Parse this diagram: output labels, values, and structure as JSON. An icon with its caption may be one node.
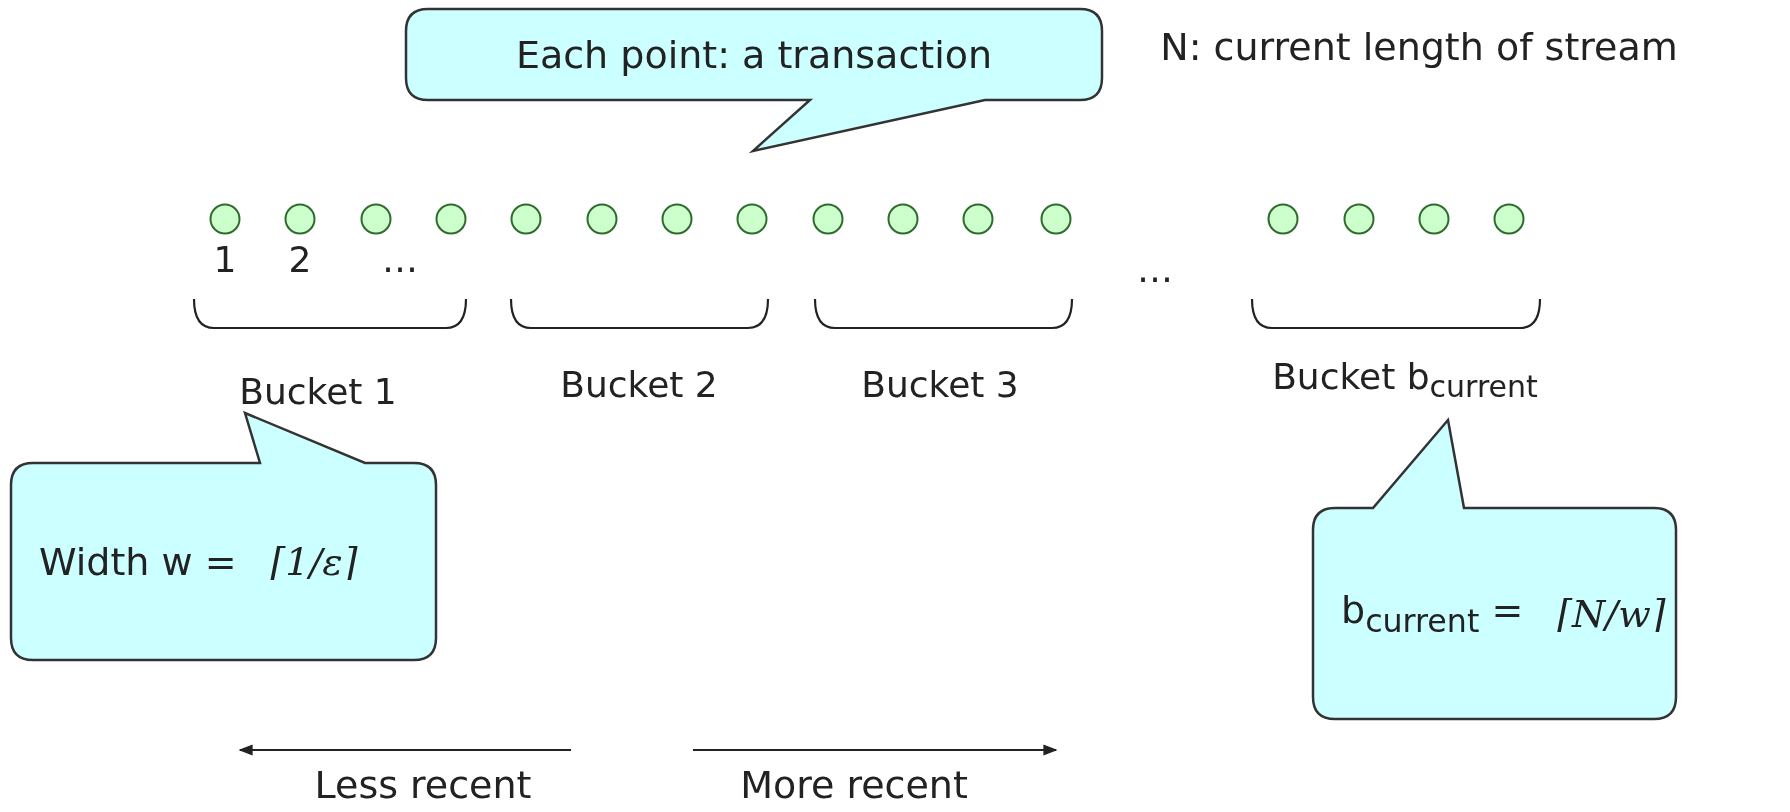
{
  "diagram": {
    "nodes": [
      {
        "text": [
          "Each point: a transaction"
        ]
      },
      {
        "text": [],
        "shape": "circle"
      },
      {
        "text": [],
        "shape": "circle"
      },
      {
        "text": [],
        "shape": "circle"
      },
      {
        "text": [],
        "shape": "circle"
      },
      {
        "text": [],
        "shape": "circle"
      },
      {
        "text": [],
        "shape": "circle"
      },
      {
        "text": [],
        "shape": "circle"
      },
      {
        "text": [],
        "shape": "circle"
      },
      {
        "text": [],
        "shape": "circle"
      },
      {
        "text": [],
        "shape": "circle"
      },
      {
        "text": [],
        "shape": "circle"
      },
      {
        "text": [],
        "shape": "circle"
      },
      {
        "text": [],
        "shape": "circle"
      },
      {
        "text": [],
        "shape": "circle"
      },
      {
        "text": [],
        "shape": "circle"
      },
      {
        "text": [],
        "shape": "circle"
      },
      {
        "text": [
          "Width w =",
          "⌈1/ε⌉"
        ]
      },
      {
        "text": [
          "b$_{current}$ =",
          "⌈N/w⌉"
        ]
      }
    ],
    "edges": [],
    "labels": [
      "N: current length of stream",
      "1",
      "2",
      "…",
      "…",
      "Bucket 1",
      "Bucket 2",
      "Bucket 3",
      "Bucket b$_{current}$",
      "Less recent",
      "More recent"
    ]
  }
}
